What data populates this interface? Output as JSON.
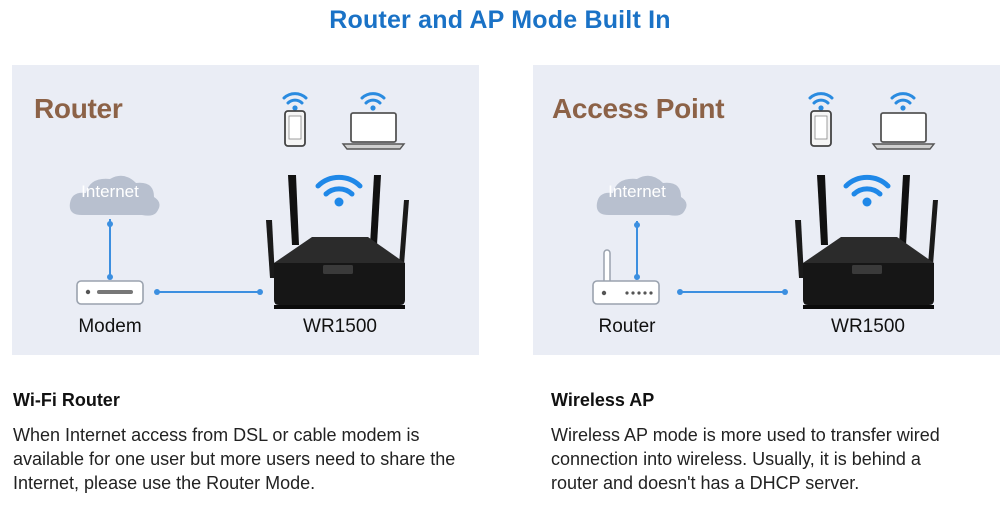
{
  "page": {
    "title": "Router and AP Mode Built In"
  },
  "panels": [
    {
      "mode_title": "Router",
      "cloud_label": "Internet",
      "source_device_label": "Modem",
      "main_device_label": "WR1500",
      "source_device_icon": "modem-icon"
    },
    {
      "mode_title": "Access Point",
      "cloud_label": "Internet",
      "source_device_label": "Router",
      "main_device_label": "WR1500",
      "source_device_icon": "router-antenna-icon"
    }
  ],
  "descriptions": [
    {
      "title": "Wi-Fi Router",
      "body": "When Internet access from DSL or cable modem is available for one user but more users need to share the Internet, please use the Router Mode."
    },
    {
      "title": "Wireless AP",
      "body": "Wireless AP mode is more used to transfer wired connection into wireless. Usually, it is behind a router and doesn't has a DHCP server."
    }
  ],
  "colors": {
    "title_blue": "#1a72c6",
    "mode_brown": "#8c6247",
    "panel_bg": "#eaedf5",
    "link_blue": "#3c8fe0",
    "cloud_gray": "#b8c0cf"
  }
}
